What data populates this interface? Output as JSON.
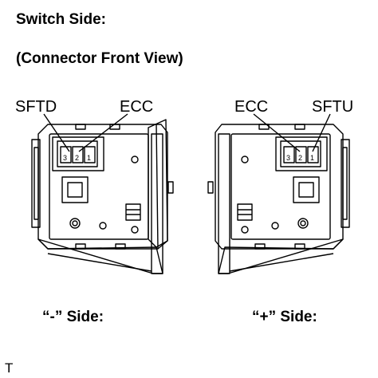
{
  "heading": {
    "title": "Switch Side:",
    "subtitle": "(Connector Front View)"
  },
  "left_switch": {
    "label_a": "SFTD",
    "label_b": "ECC",
    "pins": [
      "3",
      "2",
      "1"
    ],
    "caption": "“-” Side:"
  },
  "right_switch": {
    "label_a": "ECC",
    "label_b": "SFTU",
    "pins": [
      "3",
      "2",
      "1"
    ],
    "caption": "“+” Side:"
  },
  "corner_tag": "T"
}
